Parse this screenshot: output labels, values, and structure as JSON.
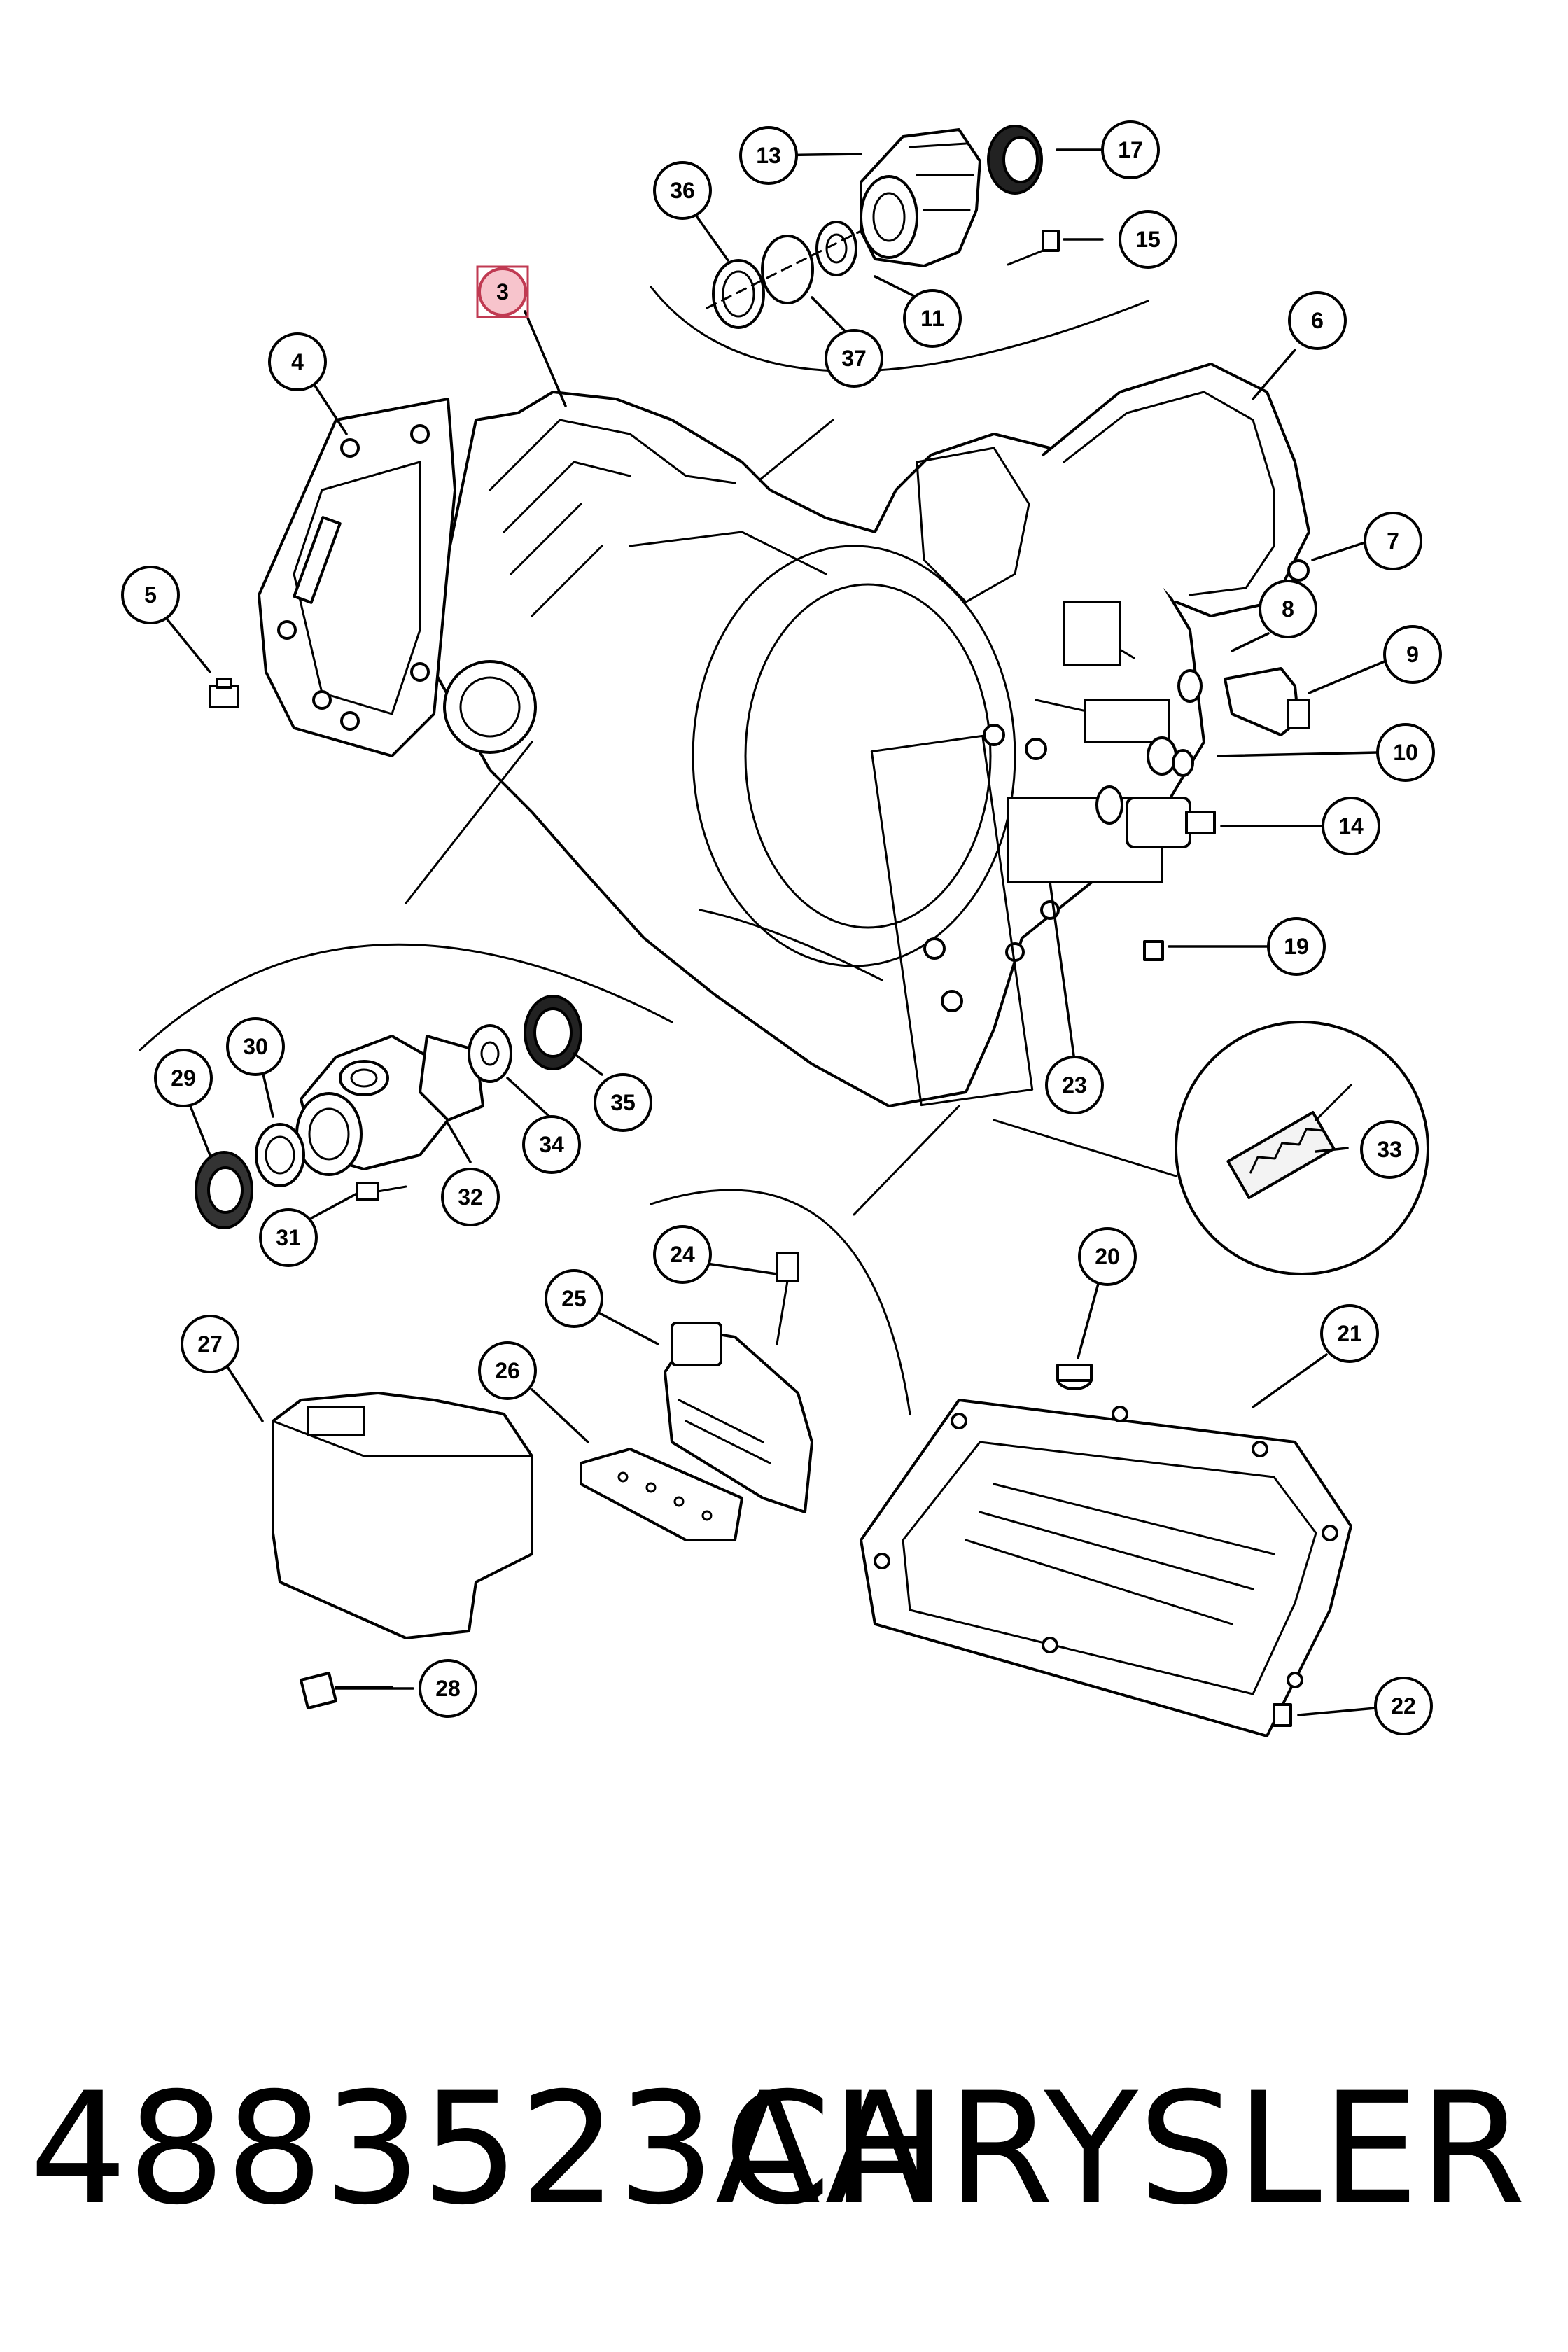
{
  "diagram": {
    "highlighted_callout": "3",
    "highlight_color": "#c03a52",
    "highlight_fill": "#f7c4cc",
    "callouts": [
      {
        "label": "3"
      },
      {
        "label": "4"
      },
      {
        "label": "5"
      },
      {
        "label": "6"
      },
      {
        "label": "7"
      },
      {
        "label": "8"
      },
      {
        "label": "9"
      },
      {
        "label": "10"
      },
      {
        "label": "11"
      },
      {
        "label": "13"
      },
      {
        "label": "14"
      },
      {
        "label": "15"
      },
      {
        "label": "17"
      },
      {
        "label": "19"
      },
      {
        "label": "20"
      },
      {
        "label": "21"
      },
      {
        "label": "22"
      },
      {
        "label": "23"
      },
      {
        "label": "24"
      },
      {
        "label": "25"
      },
      {
        "label": "26"
      },
      {
        "label": "27"
      },
      {
        "label": "28"
      },
      {
        "label": "29"
      },
      {
        "label": "30"
      },
      {
        "label": "31"
      },
      {
        "label": "32"
      },
      {
        "label": "33"
      },
      {
        "label": "34"
      },
      {
        "label": "35"
      },
      {
        "label": "36"
      },
      {
        "label": "37"
      }
    ]
  },
  "footer": {
    "part_number": "4883523AA",
    "brand": "CHRYSLER"
  }
}
